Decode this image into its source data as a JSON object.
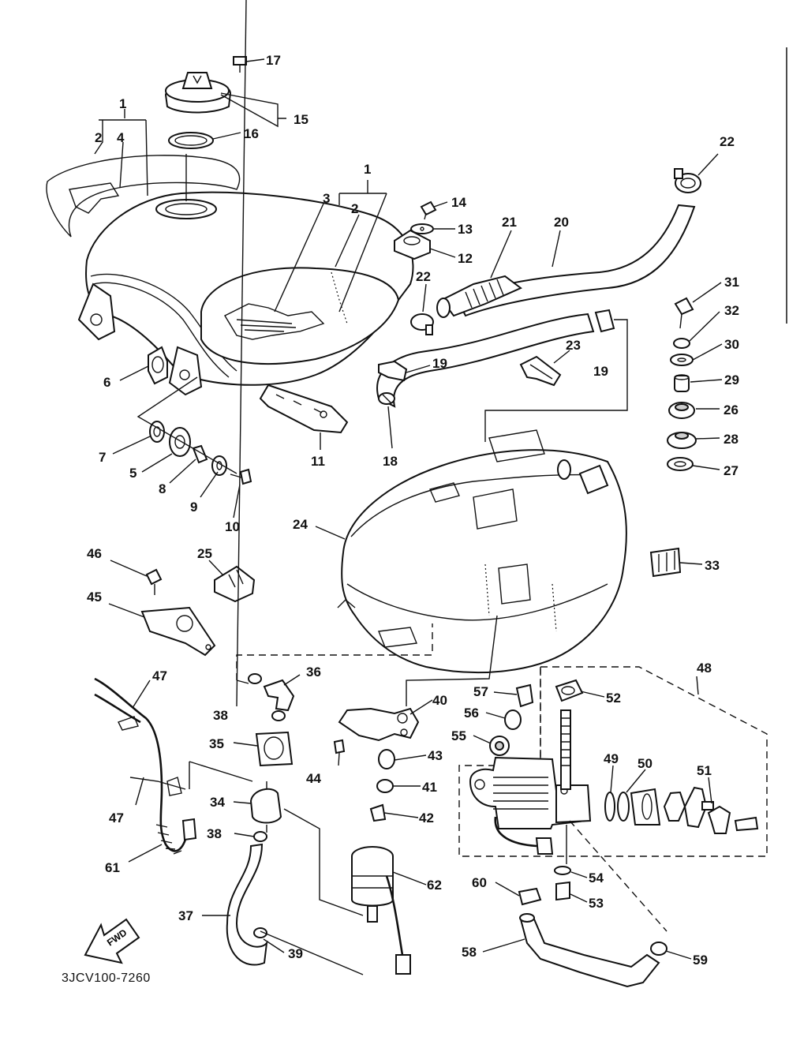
{
  "diagram_code": "3JCV100-7260",
  "fwd_label": "FWD",
  "labels": {
    "p1a": "1",
    "p1b": "1",
    "p2a": "2",
    "p2b": "2",
    "p3": "3",
    "p4": "4",
    "p5": "5",
    "p6": "6",
    "p7": "7",
    "p8": "8",
    "p9": "9",
    "p10": "10",
    "p11": "11",
    "p12": "12",
    "p13": "13",
    "p14": "14",
    "p15": "15",
    "p16": "16",
    "p17": "17",
    "p18": "18",
    "p19a": "19",
    "p19b": "19",
    "p20": "20",
    "p21": "21",
    "p22a": "22",
    "p22b": "22",
    "p23": "23",
    "p24": "24",
    "p25": "25",
    "p26": "26",
    "p27": "27",
    "p28": "28",
    "p29": "29",
    "p30": "30",
    "p31": "31",
    "p32": "32",
    "p33": "33",
    "p34": "34",
    "p35": "35",
    "p36": "36",
    "p37": "37",
    "p38a": "38",
    "p38b": "38",
    "p39": "39",
    "p40": "40",
    "p41": "41",
    "p42": "42",
    "p43": "43",
    "p44": "44",
    "p45": "45",
    "p46": "46",
    "p47a": "47",
    "p47b": "47",
    "p48": "48",
    "p49": "49",
    "p50": "50",
    "p51": "51",
    "p52": "52",
    "p53": "53",
    "p54": "54",
    "p55": "55",
    "p56": "56",
    "p57": "57",
    "p58": "58",
    "p59": "59",
    "p60": "60",
    "p61": "61",
    "p62": "62"
  }
}
